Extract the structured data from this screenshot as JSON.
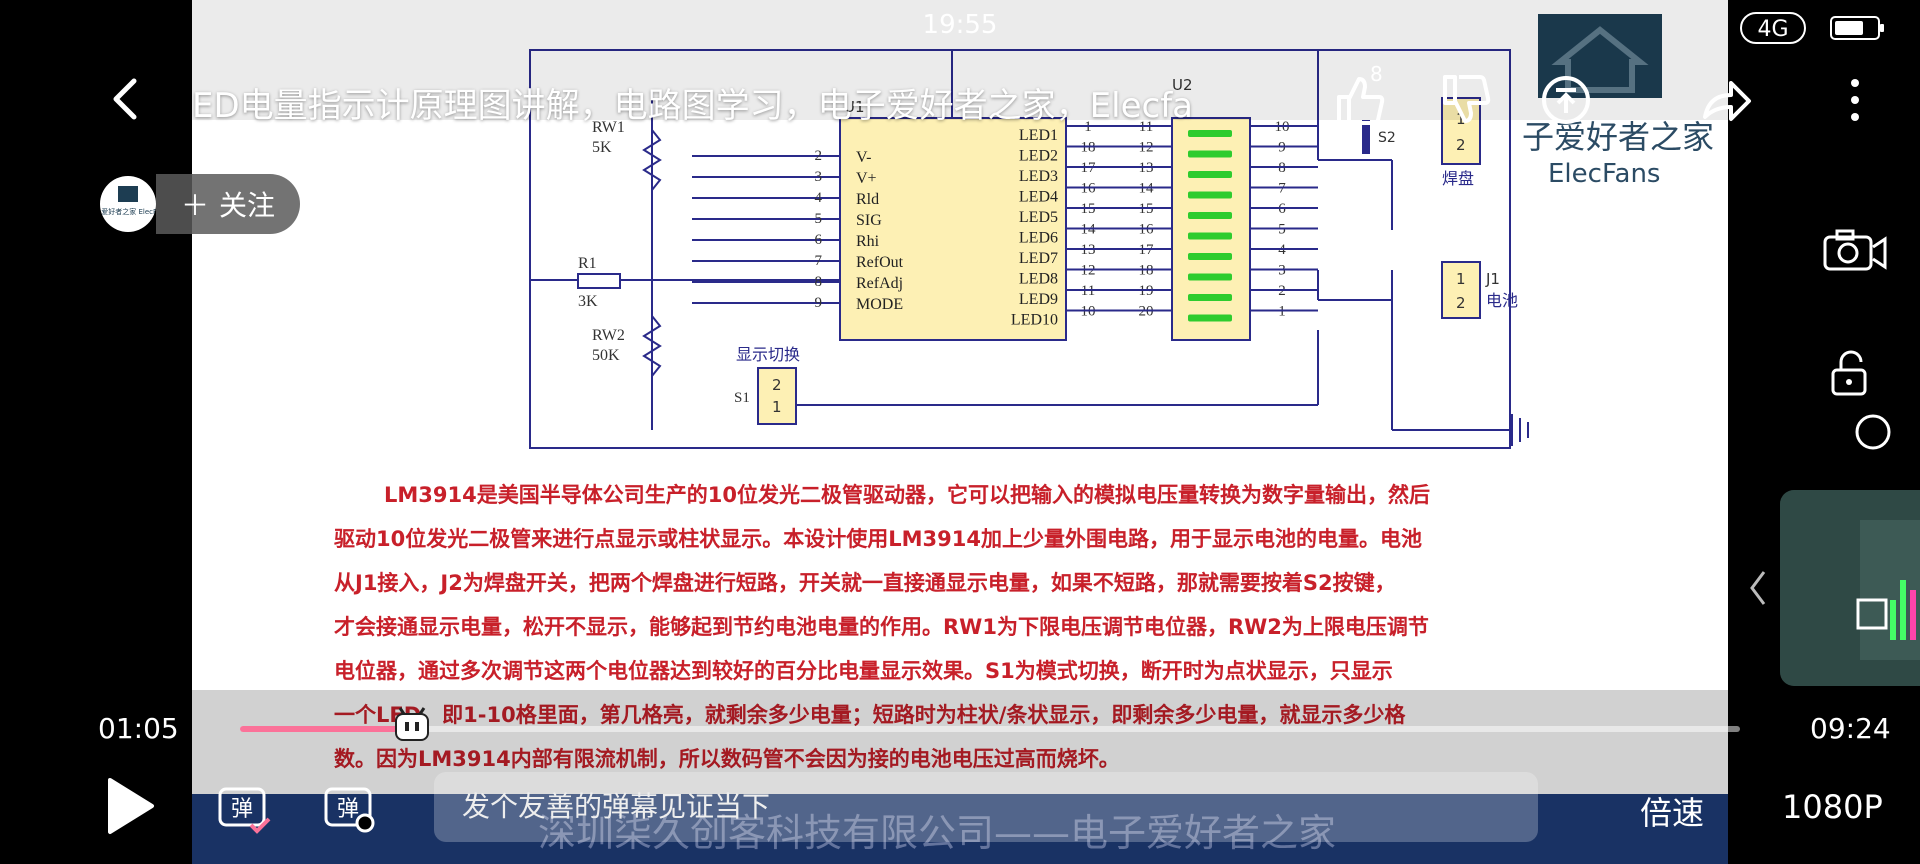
{
  "status_bar": {
    "time": "19:55",
    "network": "4G",
    "battery_level": 0.7
  },
  "video": {
    "title": "ED电量指示计原理图讲解，电路图学习，电子爱好者之家，Elecfa",
    "like_count": "8",
    "current_time": "01:05",
    "total_time": "09:24",
    "progress": 0.115
  },
  "uploader": {
    "avatar_text": "电子爱好者之家 ElecFans",
    "follow_label": "关注"
  },
  "controls": {
    "danmaku_placeholder": "发个友善的弹幕见证当下",
    "danmaku_icon_label": "弹",
    "speed_label": "倍速",
    "quality_label": "1080P"
  },
  "schematic": {
    "watermark_brand_cn": "子爱好者之家",
    "watermark_brand_en": "ElecFans",
    "resistors": [
      {
        "name": "RW1",
        "value": "5K"
      },
      {
        "name": "R1",
        "value": "3K"
      },
      {
        "name": "RW2",
        "value": "50K"
      }
    ],
    "ic_label": "U1",
    "display_label": "U2",
    "ic_pins_left": [
      "2",
      "3",
      "4",
      "5",
      "6",
      "7",
      "8",
      "9"
    ],
    "ic_pin_names": [
      "V-",
      "V+",
      "Rld",
      "SIG",
      "Rhi",
      "RefOut",
      "RefAdj",
      "MODE"
    ],
    "ic_leds": [
      "LED1",
      "LED2",
      "LED3",
      "LED4",
      "LED5",
      "LED6",
      "LED7",
      "LED8",
      "LED9",
      "LED10"
    ],
    "ic_pins_right": [
      "1",
      "18",
      "17",
      "16",
      "15",
      "14",
      "13",
      "12",
      "11",
      "10"
    ],
    "bar_pins_left": [
      "11",
      "12",
      "13",
      "14",
      "15",
      "16",
      "17",
      "18",
      "19",
      "20"
    ],
    "bar_pins_right": [
      "10",
      "9",
      "8",
      "7",
      "6",
      "5",
      "4",
      "3",
      "2",
      "1"
    ],
    "switch_label": "显示切换",
    "switch_name": "S1",
    "switch_pins": [
      "2",
      "1"
    ],
    "button_name": "S2",
    "pad_pins": [
      "1",
      "2"
    ],
    "pad_label": "焊盘",
    "battery_connector": "J1",
    "battery_label": "电池",
    "battery_pins": [
      "1",
      "2"
    ]
  },
  "caption_lines": [
    "LM3914是美国半导体公司生产的10位发光二极管驱动器，它可以把输入的模拟电压量转换为数字量输出，然后",
    "驱动10位发光二极管来进行点显示或柱状显示。本设计使用LM3914加上少量外围电路，用于显示电池的电量。电池",
    "从J1接入，J2为焊盘开关，把两个焊盘进行短路，开关就一直接通显示电量，如果不短路，那就需要按着S2按键，",
    "才会接通显示电量，松开不显示，能够起到节约电池电量的作用。RW1为下限电压调节电位器，RW2为上限电压调节",
    "电位器，通过多次调节这两个电位器达到较好的百分比电量显示效果。S1为模式切换，断开时为点状显示，只显示",
    "一个LED，即1-10格里面，第几格亮，就剩余多少电量；短路时为柱状/条状显示，即剩余多少电量，就显示多少格",
    "数。因为LM3914内部有限流机制，所以数码管不会因为接的电池电压过高而烧坏。"
  ],
  "footer_banner": "深圳柒久创客科技有限公司——电子爱好者之家"
}
